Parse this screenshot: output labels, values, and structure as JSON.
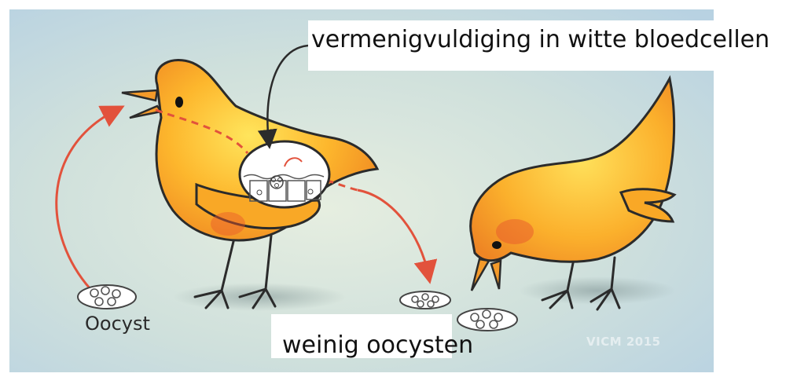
{
  "labels": {
    "top": "vermenigvuldiging in witte bloedcellen",
    "bottom": "weinig oocysten",
    "oocyst": "Oocyst"
  },
  "watermark": "VICM 2015",
  "colors": {
    "background": "#c9dbe3",
    "chicken_body": "#f7a623",
    "chicken_highlight": "#ffe060",
    "chicken_shade": "#e8572c",
    "arrow": "#e2523c",
    "outline": "#2b2b2b"
  }
}
